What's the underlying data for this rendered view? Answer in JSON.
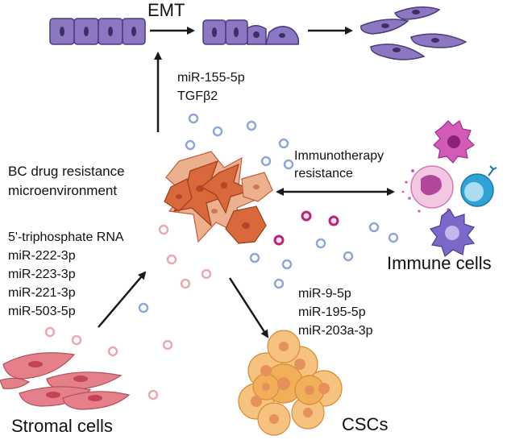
{
  "labels": {
    "emt": "EMT",
    "emt_factors": [
      "miR-155-5p",
      "TGFβ2"
    ],
    "center_title_line1": "BC drug resistance",
    "center_title_line2": "microenvironment",
    "immunotherapy_line1": "Immunotherapy",
    "immunotherapy_line2": "resistance",
    "immune_cells": "Immune cells",
    "stromal_factors": [
      "5'-triphosphate RNA",
      "miR-222-3p",
      "miR-223-3p",
      "miR-221-3p",
      "miR-503-5p"
    ],
    "csc_factors": [
      "miR-9-5p",
      "miR-195-5p",
      "miR-203a-3p"
    ],
    "stromal_cells": "Stromal cells",
    "cscs": "CSCs"
  },
  "colors": {
    "epithelial_fill": "#8B77C2",
    "epithelial_stroke": "#4B3C7A",
    "cancer_cell_dark": "#D9693A",
    "cancer_cell_light": "#EDB08F",
    "vesicle_blue": "#8FA6D8",
    "vesicle_pink": "#EAA8B0",
    "vesicle_magenta": "#B4287A",
    "stromal_fill": "#E5808A",
    "csc_fill": "#F2AF5A",
    "macrophage": "#D35BB8",
    "t_cell": "#2FA3D6",
    "dendritic": "#7B68C9",
    "neutrophil": "#E48FC8",
    "arrow": "#1a1a1a"
  }
}
